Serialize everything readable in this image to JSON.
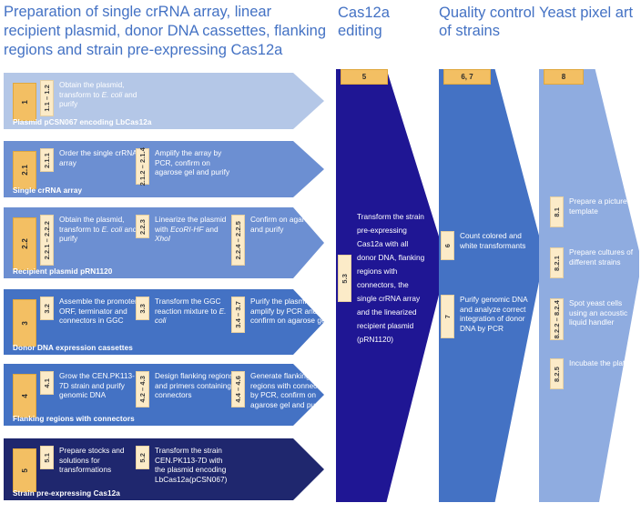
{
  "headings": {
    "left": "Preparation of single crRNA array, linear recipient plasmid, donor DNA cassettes, flanking regions and strain pre-expressing Cas12a",
    "cas12a": "Cas12a editing",
    "quality_control": "Quality control of strains",
    "pixel_art": "Yeast pixel art"
  },
  "colors": {
    "heading_blue": "#4472C4",
    "chevron_light": "#B4C7E7",
    "chevron_mid": "#6C8FD2",
    "chevron_strong": "#4472C4",
    "chevron_dark": "#1F276E",
    "cas12a_navy": "#1F1694",
    "qc_blue": "#4472C4",
    "pixel_blue": "#8FACE0",
    "tab_orange": "#F3BF63",
    "step_cream": "#FCEBC8"
  },
  "left_rows": [
    {
      "tab": "1",
      "footer": "Plasmid pCSN067 encoding LbCas12a",
      "shade": "chev-light",
      "steps": [
        {
          "num": "1.1 – 1.2",
          "text": "Obtain the plasmid, transform to E. coli and purify",
          "italic": "E. coli"
        }
      ]
    },
    {
      "tab": "2.1",
      "footer": "Single crRNA array",
      "shade": "chev-mid",
      "steps": [
        {
          "num": "2.1.1",
          "text": "Order the single crRNA array"
        },
        {
          "num": "2.1.2 – 2.1.4",
          "text": "Amplify the array by PCR, confirm on agarose gel and purify"
        }
      ]
    },
    {
      "tab": "2.2",
      "footer": "Recipient plasmid pRN1120",
      "shade": "chev-mid",
      "steps": [
        {
          "num": "2.2.1 – 2.2.2",
          "text": "Obtain the plasmid, transform to E. coli and purify",
          "italic": "E. coli"
        },
        {
          "num": "2.2.3",
          "text": "Linearize the plasmid with EcoRI-HF and XhoI",
          "italic": "EcoRI-HF / XhoI"
        },
        {
          "num": "2.2.4 – 2.2.5",
          "text": "Confirm on agarose gel and purify"
        }
      ]
    },
    {
      "tab": "3",
      "footer": "Donor DNA expression cassettes",
      "shade": "chev-strong",
      "steps": [
        {
          "num": "3.2",
          "text": "Assemble the promoter, ORF, terminator and connectors in GGC"
        },
        {
          "num": "3.3",
          "text": "Transform the GGC reaction mixture to E. coli",
          "italic": "E. coli"
        },
        {
          "num": "3.4 – 3.7",
          "text": "Purify the plasmid, amplify by PCR and confirm on agarose gel"
        }
      ]
    },
    {
      "tab": "4",
      "footer": "Flanking regions with connectors",
      "shade": "chev-strong",
      "steps": [
        {
          "num": "4.1",
          "text": "Grow the CEN.PK113-7D strain and purify genomic DNA"
        },
        {
          "num": "4.2 – 4.3",
          "text": "Design flanking regions and primers containing connectors"
        },
        {
          "num": "4.4 – 4.6",
          "text": "Generate flanking regions with connectors by PCR, confirm on agarose gel and purify"
        }
      ]
    },
    {
      "tab": "5",
      "footer": "Strain pre-expressing Cas12a",
      "shade": "chev-dark",
      "steps": [
        {
          "num": "5.1",
          "text": "Prepare stocks and solutions for transformations"
        },
        {
          "num": "5.2",
          "text": "Transform the strain CEN.PK113-7D with the plasmid encoding LbCas12a(pCSN067)"
        }
      ]
    }
  ],
  "columns": {
    "cas12a": {
      "tab": "5",
      "steps": [
        {
          "num": "5.3",
          "text": "Transform the strain pre-expressing Cas12a with all donor DNA, flanking regions with connectors, the single crRNA array and the linearized recipient plasmid (pRN1120)"
        }
      ]
    },
    "quality_control": {
      "tab": "6, 7",
      "steps": [
        {
          "num": "6",
          "text": "Count colored and white transformants"
        },
        {
          "num": "7",
          "text": "Purify genomic DNA and analyze correct integration of donor DNA by PCR"
        }
      ]
    },
    "pixel_art": {
      "tab": "8",
      "steps": [
        {
          "num": "8.1",
          "text": "Prepare a picture template"
        },
        {
          "num": "8.2.1",
          "text": "Prepare cultures of different strains"
        },
        {
          "num": "8.2.2 – 8.2.4",
          "text": "Spot yeast cells using an acoustic liquid handler"
        },
        {
          "num": "8.2.5",
          "text": "Incubate the plate"
        }
      ]
    }
  }
}
